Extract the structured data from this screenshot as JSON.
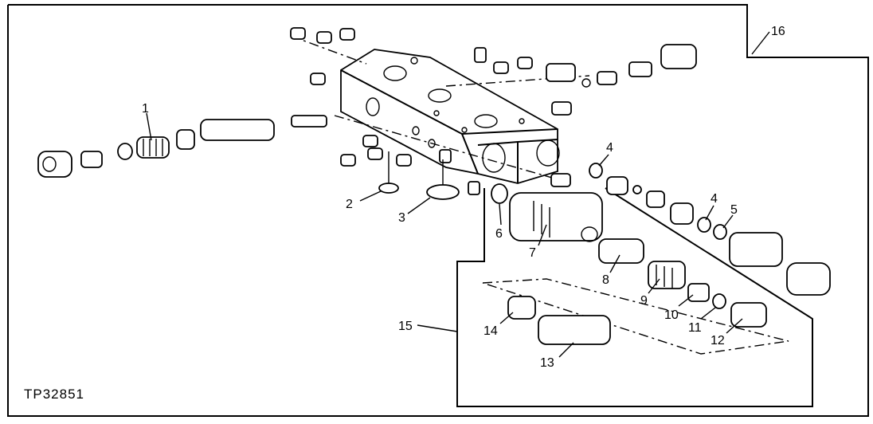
{
  "callouts": [
    "1",
    "2",
    "3",
    "4",
    "4",
    "5",
    "6",
    "7",
    "8",
    "9",
    "10",
    "11",
    "12",
    "13",
    "14",
    "15",
    "16"
  ],
  "figure_code": "TP32851"
}
